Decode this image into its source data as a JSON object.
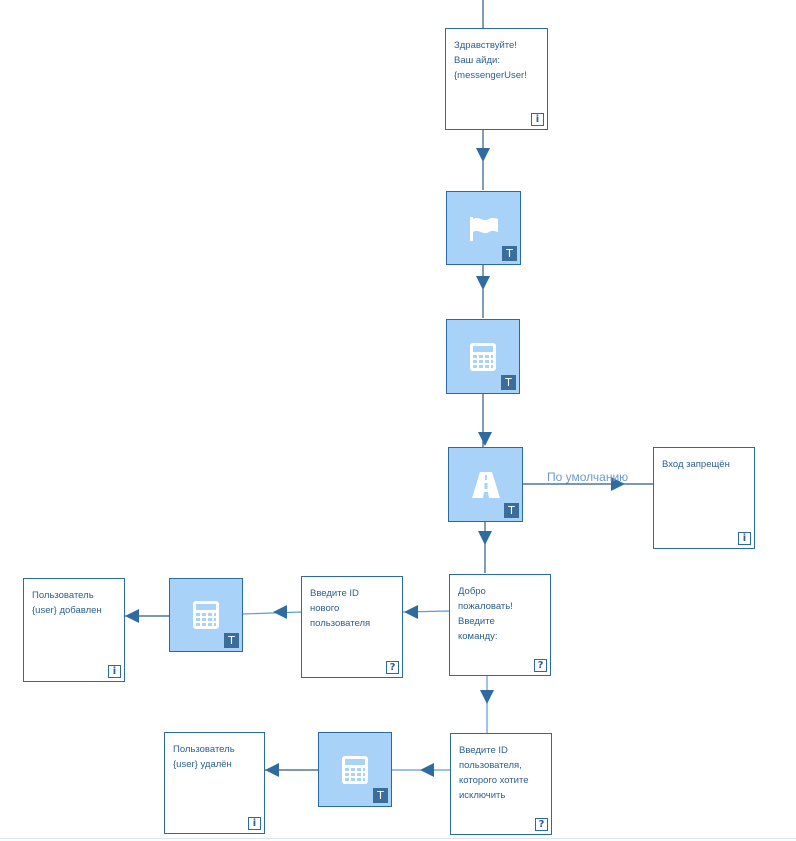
{
  "colors": {
    "edge": "#2b5a85",
    "edge_light": "#5d9bd8",
    "arrow": "#2f6aa0",
    "tool_fill": "#a8d2f7",
    "border": "#2b6a9e"
  },
  "nodes": {
    "greeting": {
      "text": "Здравствуйте!\nВаш айди:\n{messengerUser!",
      "badge": "i"
    },
    "flag_tool": {
      "icon": "flag-icon",
      "badge": "T"
    },
    "calc_tool_1": {
      "icon": "calculator-icon",
      "badge": "T"
    },
    "router_tool": {
      "icon": "road-icon",
      "badge": "T"
    },
    "access_denied": {
      "text": "Вход запрещён",
      "badge": "i"
    },
    "welcome": {
      "text": "Добро\nпожаловать!\nВведите\nкоманду:",
      "badge": "?"
    },
    "enter_new_id": {
      "text": "Введите ID\nнового\nпользователя",
      "badge": "?"
    },
    "calc_tool_2": {
      "icon": "calculator-icon",
      "badge": "T"
    },
    "user_added": {
      "text": "Пользователь\n{user} добавлен",
      "badge": "i"
    },
    "enter_remove_id": {
      "text": "Введите ID\nпользователя,\nкоторого хотите\nисключить",
      "badge": "?"
    },
    "calc_tool_3": {
      "icon": "calculator-icon",
      "badge": "T"
    },
    "user_removed": {
      "text": "Пользователь\n{user} удалён",
      "badge": "i"
    }
  },
  "edges": {
    "default_label": "По умолчанию"
  }
}
